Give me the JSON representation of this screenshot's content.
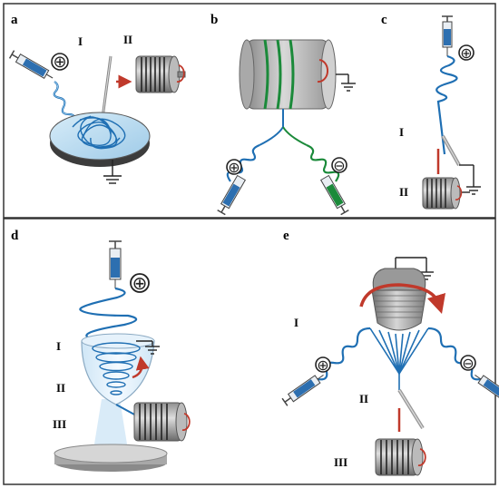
{
  "panels": [
    {
      "letter": "a",
      "roman": [
        "I",
        "II"
      ],
      "signs": [
        "⊕"
      ]
    },
    {
      "letter": "b",
      "roman": [],
      "signs": [
        "⊕",
        "⊖"
      ]
    },
    {
      "letter": "c",
      "roman": [
        "I",
        "II"
      ],
      "signs": [
        "⊕"
      ]
    },
    {
      "letter": "d",
      "roman": [
        "I",
        "II",
        "III"
      ],
      "signs": [
        "⊕"
      ]
    },
    {
      "letter": "e",
      "roman": [
        "I",
        "II",
        "III"
      ],
      "signs": [
        "⊕",
        "⊖"
      ]
    }
  ],
  "colors": {
    "frame": "#333333",
    "fiber_blue": "#1f6fb3",
    "fiber_light": "#6fb3e6",
    "fiber_green": "#1b8a3a",
    "arrow_red": "#c0392b",
    "metal_dark": "#555555",
    "metal_light": "#c9c9c9"
  },
  "icons": [
    "syringe-icon",
    "plus-sign-icon",
    "minus-sign-icon",
    "ground-icon",
    "collector-drum-icon",
    "rotation-arrow-icon",
    "needle-icon"
  ]
}
